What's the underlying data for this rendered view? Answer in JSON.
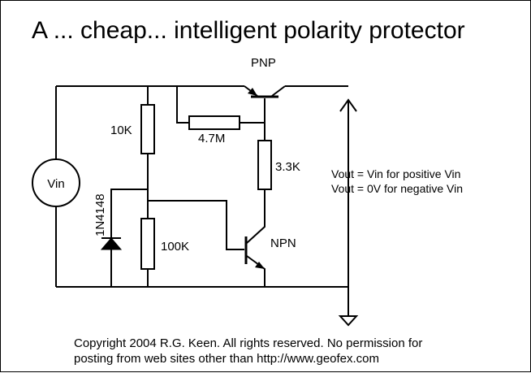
{
  "title": "A ... cheap... intelligent polarity protector",
  "components": {
    "pnp_label": "PNP",
    "npn_label": "NPN",
    "r_10k": "10K",
    "r_4_7m": "4.7M",
    "r_3_3k": "3.3K",
    "r_100k": "100K",
    "diode": "1N4148",
    "source": "Vin"
  },
  "notes": {
    "line1": "Vout = Vin for positive Vin",
    "line2": "Vout = 0V for negative Vin"
  },
  "footer": {
    "line1": "Copyright 2004 R.G. Keen. All rights reserved. No permission for",
    "line2": "posting from web sites other than http://www.geofex.com"
  }
}
